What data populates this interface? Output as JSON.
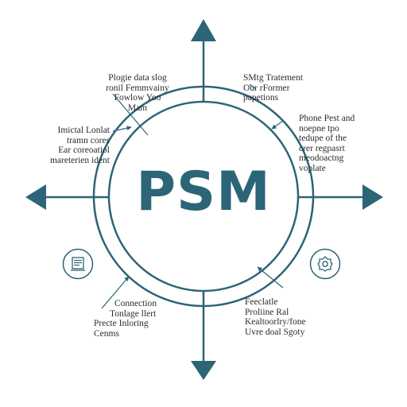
{
  "colors": {
    "primary": "#2c6577",
    "text": "#2b2b2b",
    "background": "#ffffff"
  },
  "center": {
    "title": "PSM"
  },
  "labels": {
    "top_left": [
      "Plogie data slog",
      "ronil Femmvainy",
      "Fowlow Yoo",
      "Mam"
    ],
    "top_right": [
      "SMtg Tratement",
      "Our rFormer",
      "papetions"
    ],
    "mid_left": [
      "Imictal Lonlat",
      "tramn cores",
      "Ear coreoatiol",
      "mareterien ident"
    ],
    "mid_right": [
      "Phone Pest and",
      "noepne tpo",
      "tedupe of the",
      "crer regpasrt",
      "meodoactng",
      "voplate"
    ],
    "bottom_left": [
      "Connection",
      "Tonlage llert",
      "Precte Inloring",
      "Cenms"
    ],
    "bottom_right": [
      "Feeclatle",
      "Proliine Ral",
      "Kealtoorlry/fone",
      "Uvre doal Sgoty"
    ]
  },
  "icons": {
    "left": "document-list-icon",
    "right": "gear-settings-icon"
  }
}
